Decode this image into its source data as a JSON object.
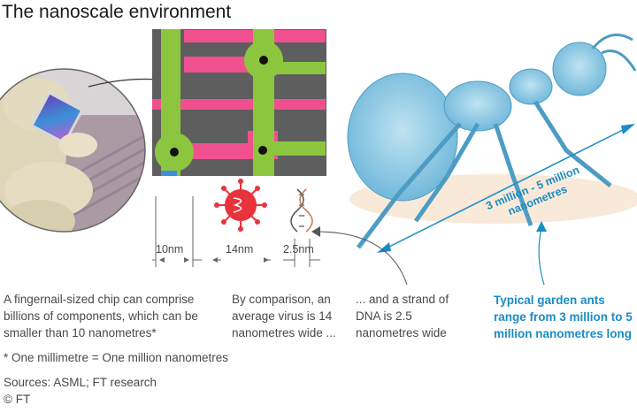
{
  "title": "The nanoscale environment",
  "captions": {
    "chip": "A fingernail-sized chip can comprise billions of components, which can be smaller than 10 nanometres*",
    "virus": "By comparison, an average virus is 14 nanometres wide ...",
    "dna": "... and a strand of DNA is 2.5 nanometres wide",
    "ant": "Typical garden ants range from 3 million to 5 million nanometres long"
  },
  "measurements": {
    "chip": "10nm",
    "virus": "14nm",
    "dna": "2.5nm",
    "ant": "3 million - 5 million nanometres"
  },
  "footnote": "* One millimetre = One million nanometres",
  "sources": "Sources: ASML; FT research",
  "copyright": "© FT",
  "colors": {
    "accent_blue": "#1a8cc6",
    "ant_blue": "#8fcbe4",
    "transistor_green": "#8cc63f",
    "transistor_pink": "#f0508f",
    "transistor_bg": "#5a5a5a",
    "virus_red": "#e8333d"
  }
}
